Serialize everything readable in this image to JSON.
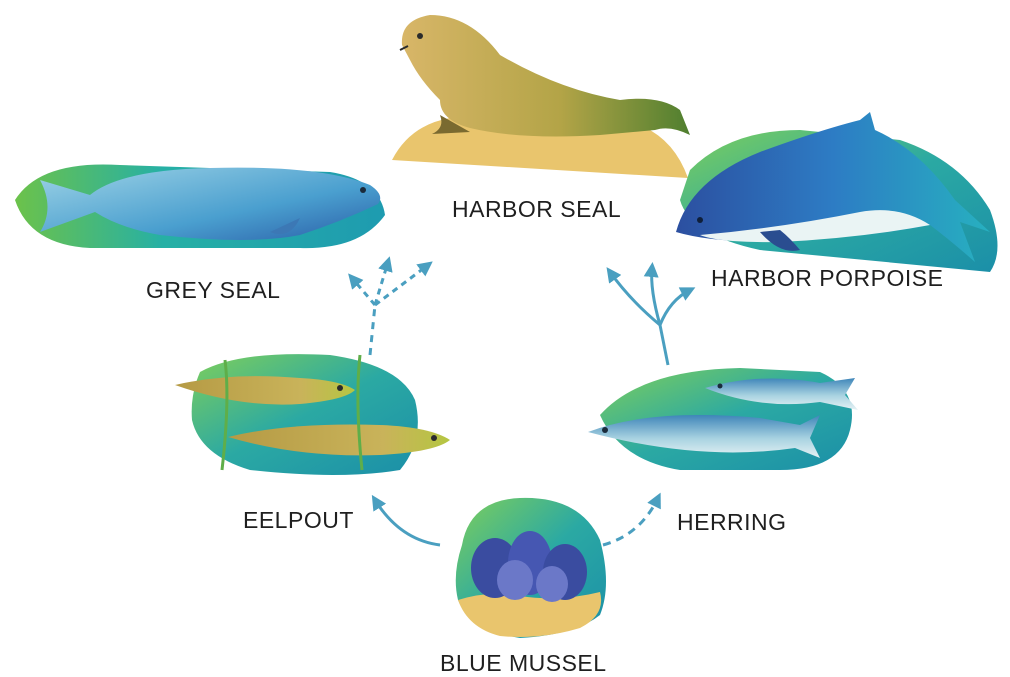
{
  "diagram": {
    "nodes": {
      "harbor_seal": "HARBOR SEAL",
      "grey_seal": "GREY SEAL",
      "harbor_porpoise": "HARBOR PORPOISE",
      "eelpout": "EELPOUT",
      "herring": "HERRING",
      "blue_mussel": "BLUE MUSSEL"
    },
    "links": [
      {
        "from": "BLUE MUSSEL",
        "to": "EELPOUT",
        "style": "solid"
      },
      {
        "from": "BLUE MUSSEL",
        "to": "HERRING",
        "style": "dashed"
      },
      {
        "from": "EELPOUT",
        "to": "GREY SEAL",
        "style": "dashed"
      },
      {
        "from": "HERRING",
        "to": "HARBOR PORPOISE",
        "style": "solid"
      }
    ]
  },
  "colors": {
    "arrow": "#4a9fc0",
    "water": "#2aa7a6",
    "sand": "#e8c46e",
    "seaweed": "#5fae49"
  },
  "icons": [
    "harbor-seal-illustration",
    "grey-seal-illustration",
    "harbor-porpoise-illustration",
    "eelpout-illustration",
    "herring-illustration",
    "blue-mussel-illustration"
  ]
}
